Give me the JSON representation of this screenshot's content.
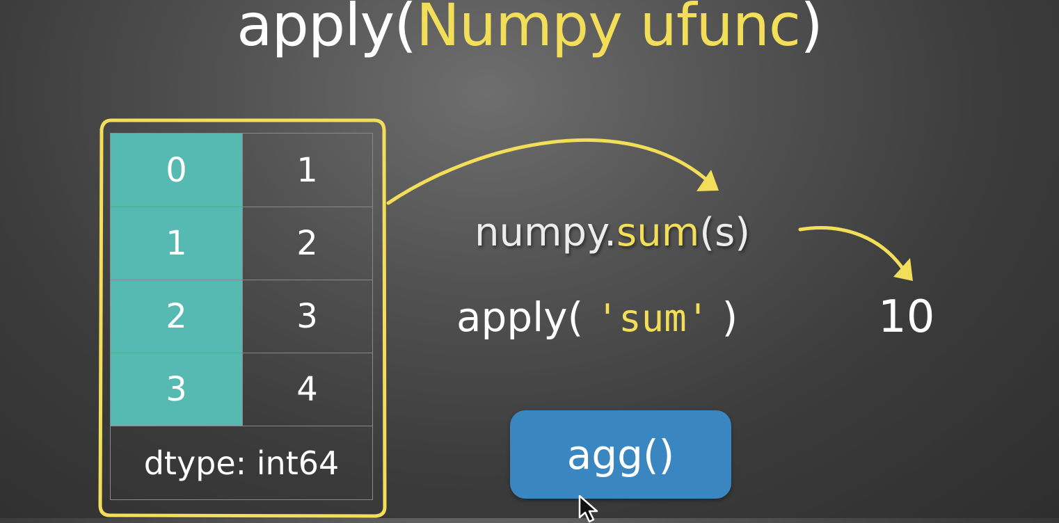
{
  "title": {
    "prefix": "apply(",
    "highlight": "Numpy ufunc",
    "suffix": ")"
  },
  "series": {
    "rows": [
      {
        "index": "0",
        "value": "1"
      },
      {
        "index": "1",
        "value": "2"
      },
      {
        "index": "2",
        "value": "3"
      },
      {
        "index": "3",
        "value": "4"
      }
    ],
    "dtype": "dtype: int64"
  },
  "numpy_call": {
    "prefix": "numpy.",
    "func": "sum",
    "suffix": "(s)"
  },
  "apply_call": {
    "prefix": "apply( ",
    "arg": "'sum'",
    "suffix": " )"
  },
  "result": "10",
  "agg_button": {
    "label": "agg()"
  },
  "colors": {
    "highlight": "#f3de5a",
    "index_cell": "#56b9b2",
    "button": "#3a86c0",
    "background": "#4a4a4a"
  },
  "icons": {
    "cursor": "mouse-pointer-icon"
  }
}
